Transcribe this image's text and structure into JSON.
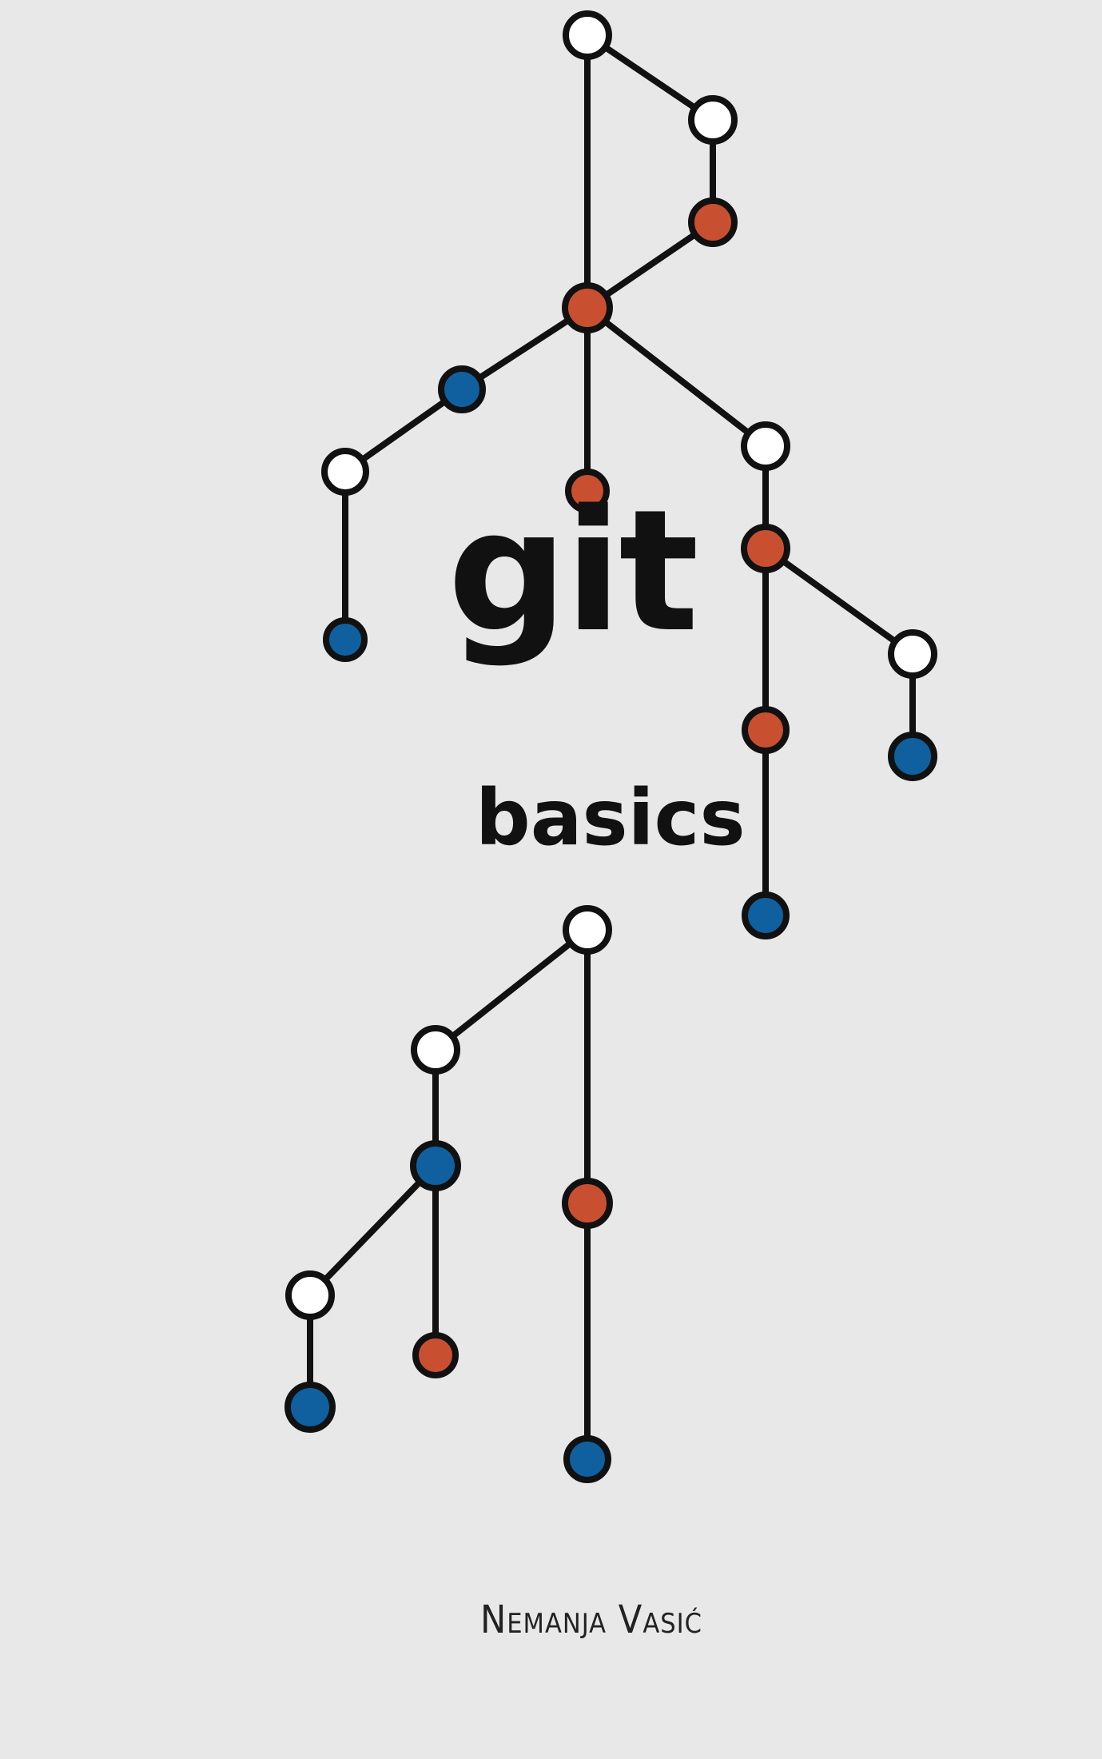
{
  "cover": {
    "title": "git",
    "subtitle": "basics",
    "author": "Nemanja Vasić"
  },
  "colors": {
    "background": "#e8e8e8",
    "line": "#111111",
    "node_white": "#ffffff",
    "node_orange": "#c85030",
    "node_blue": "#1060a0"
  },
  "icons": {
    "commit_graph": "git-commit-tree-icon"
  }
}
